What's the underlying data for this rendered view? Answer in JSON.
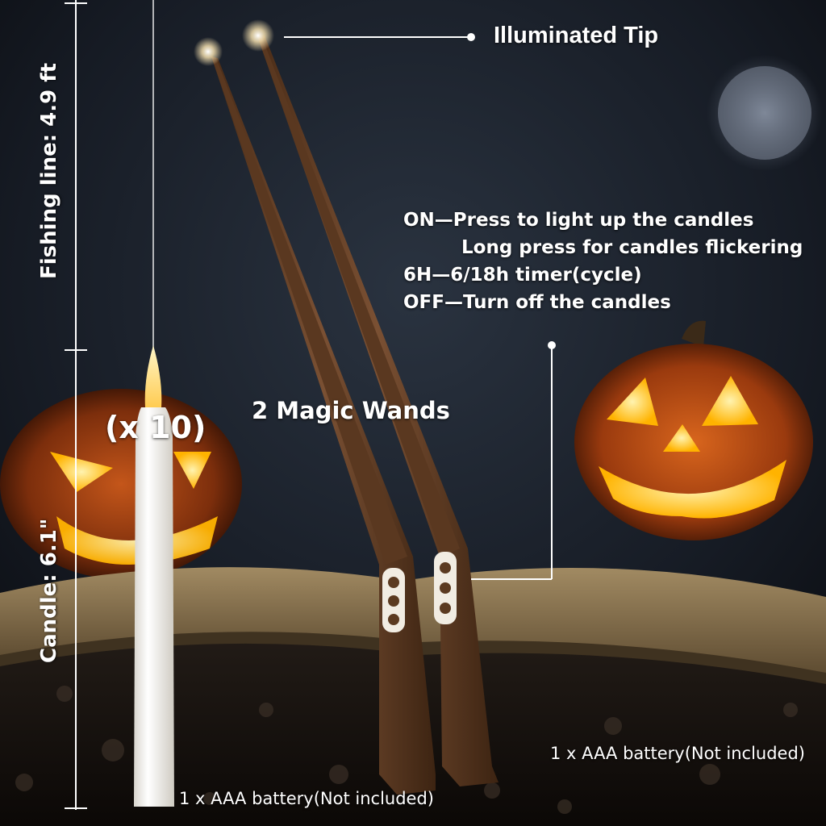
{
  "labels": {
    "illuminated_tip": "Illuminated Tip",
    "magic_wands": "2 Magic Wands",
    "quantity": "(x 10)",
    "fishing_line": "Fishing line: 4.9 ft",
    "candle_size": "Candle: 6.1\"",
    "battery_wand": "1 x AAA battery(Not included)",
    "battery_candle": "1 x AAA battery(Not included)"
  },
  "instructions": {
    "on": "ON—Press to light up the candles",
    "on_long": "Long press for candles flickering",
    "timer": "6H—6/18h timer(cycle)",
    "off": "OFF—Turn off the candles"
  },
  "colors": {
    "background": "#0d0f14",
    "pumpkin": "#b34a12",
    "pumpkin_glow": "#ffcf4a",
    "wand": "#6b4226",
    "book_pages": "#8a7350",
    "candle": "#f4f2ec",
    "flame": "#ffd66b"
  }
}
